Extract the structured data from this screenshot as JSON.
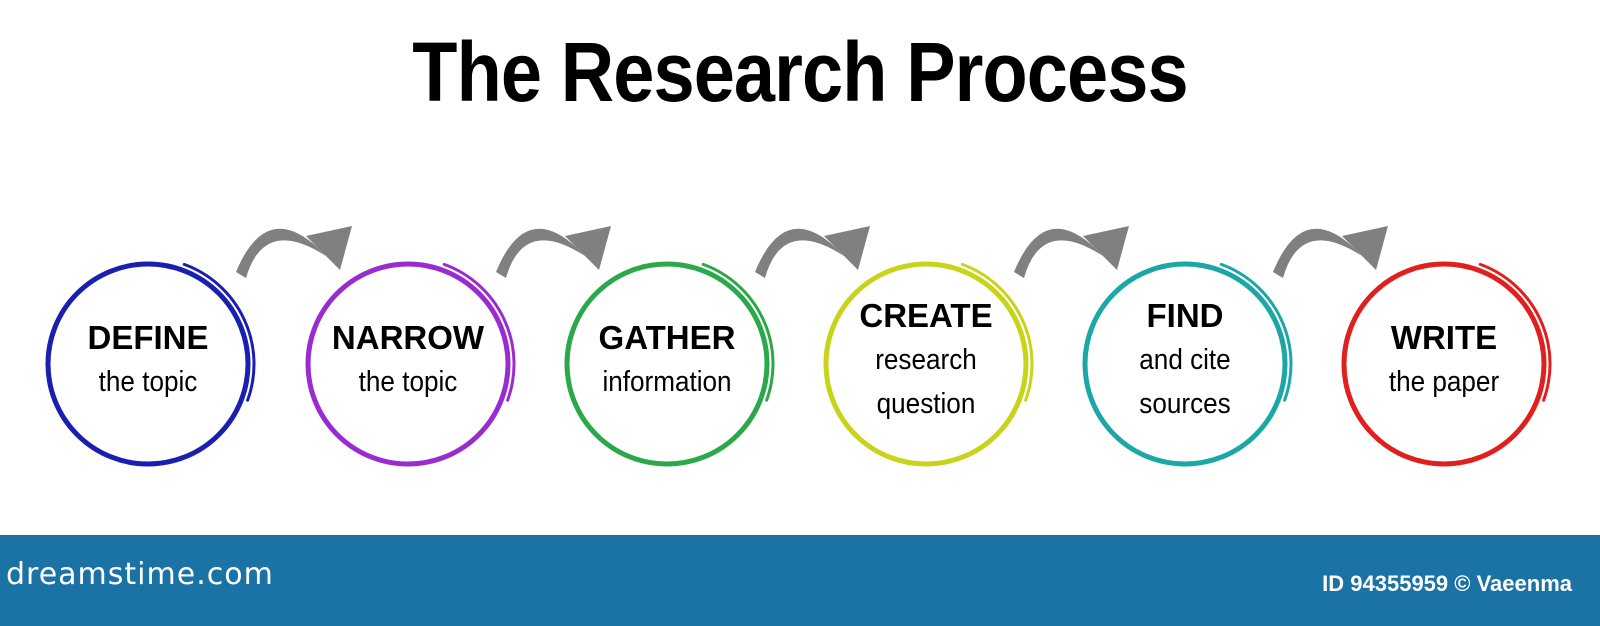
{
  "title": "The Research Process",
  "steps": [
    {
      "main": "DEFINE",
      "sub": [
        "the topic"
      ],
      "color": "#1b1fb0"
    },
    {
      "main": "NARROW",
      "sub": [
        "the topic"
      ],
      "color": "#9a2bd0"
    },
    {
      "main": "GATHER",
      "sub": [
        "information"
      ],
      "color": "#2aa84a"
    },
    {
      "main": "CREATE",
      "sub": [
        "research",
        "question"
      ],
      "color": "#c8d31a"
    },
    {
      "main": "FIND",
      "sub": [
        "and cite",
        "sources"
      ],
      "color": "#1aa7a6"
    },
    {
      "main": "WRITE",
      "sub": [
        "the paper"
      ],
      "color": "#e01f1f"
    }
  ],
  "arrow_color": "#808080",
  "watermark": {
    "brand": "dreamstime.com",
    "credit": "ID 94355959 © Vaeenma"
  },
  "footer_color": "#1a72a5"
}
